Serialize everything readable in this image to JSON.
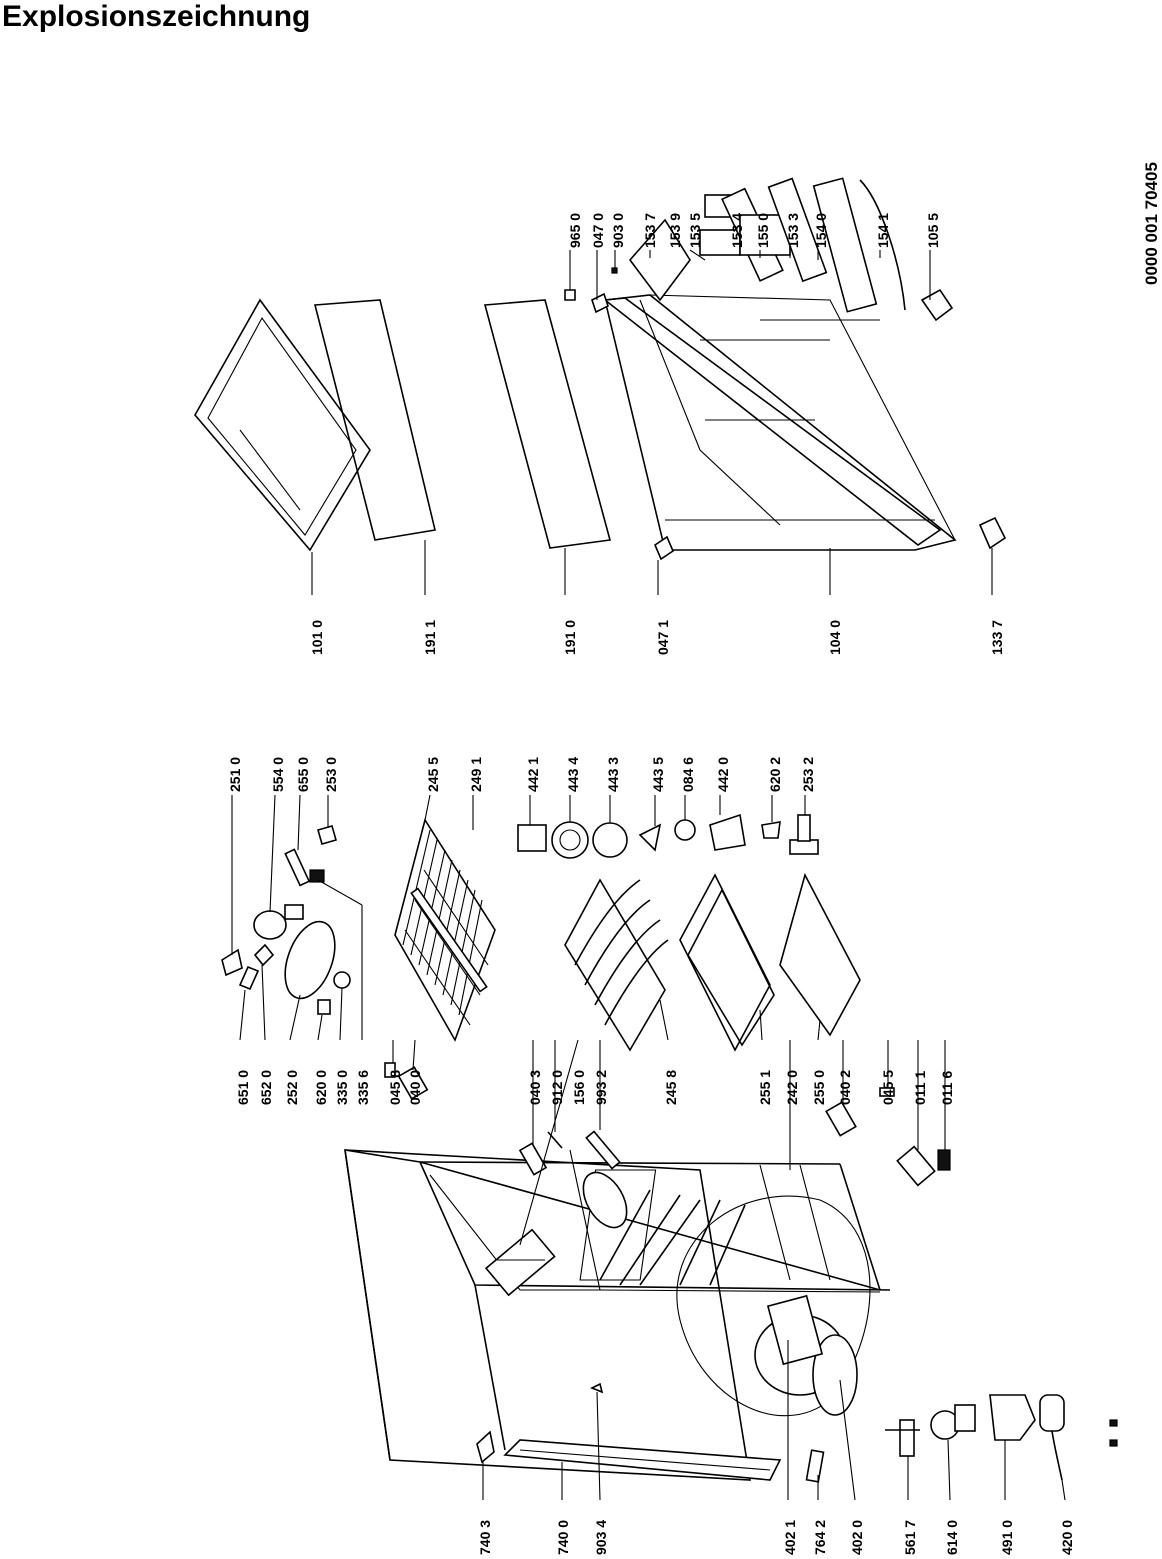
{
  "header": {
    "title": "Explosionszeichnung",
    "doc_number": "0000 001 70405"
  },
  "parts": {
    "p1010": "101 0",
    "p1911": "191 1",
    "p1910": "191 0",
    "p0471": "047 1",
    "p1040": "104 0",
    "p1337": "133 7",
    "p9650": "965 0",
    "p0470": "047 0",
    "p9030": "903 0",
    "p1537": "153 7",
    "p1539": "153 9",
    "p1535": "153 5",
    "p1534": "153 4",
    "p1550": "155 0",
    "p1533": "153 3",
    "p1540": "154 0",
    "p1541": "154 1",
    "p1055": "105 5",
    "p2510": "251 0",
    "p5540": "554 0",
    "p6550": "655 0",
    "p2530": "253 0",
    "p6510": "651 0",
    "p6520": "652 0",
    "p2520": "252 0",
    "p6200": "620 0",
    "p3350": "335 0",
    "p3356": "335 6",
    "p2455": "245 5",
    "p2491": "249 1",
    "p4421": "442 1",
    "p4434": "443 4",
    "p4433": "443 3",
    "p4435": "443 5",
    "p0846": "084 6",
    "p4420": "442 0",
    "p6202": "620 2",
    "p2532": "253 2",
    "p0458": "045 8",
    "p0400": "040 0",
    "p0403": "040 3",
    "p9120": "912 0",
    "p1560": "156 0",
    "p9932": "993 2",
    "p2458": "245 8",
    "p2551": "255 1",
    "p2420": "242 0",
    "p2550": "255 0",
    "p0402": "040 2",
    "p0455": "045 5",
    "p0111": "011 1",
    "p0116": "011 6",
    "p7403": "740 3",
    "p7400": "740 0",
    "p9034": "903 4",
    "p4021": "402 1",
    "p7642": "764 2",
    "p4020": "402 0",
    "p5617": "561 7",
    "p6140": "614 0",
    "p4910": "491 0",
    "p4200": "420 0"
  }
}
